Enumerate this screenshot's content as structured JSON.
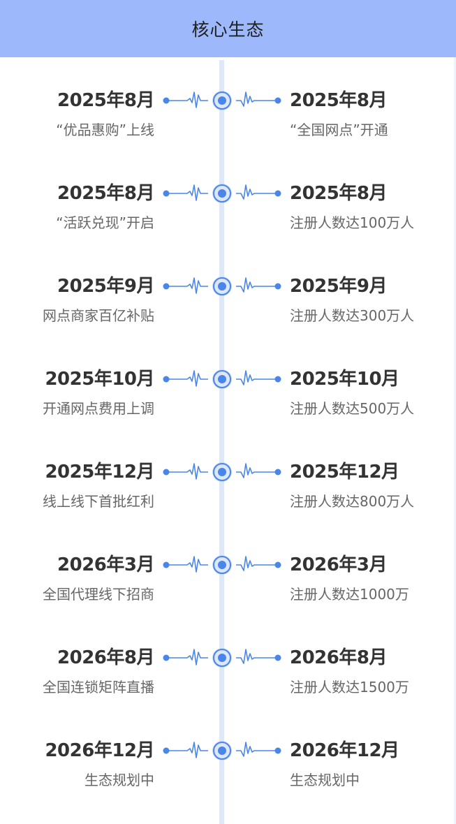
{
  "header": {
    "title": "核心生态"
  },
  "colors": {
    "accent": "#4a86e8",
    "header_bg": "#9db8fb",
    "axis": "#dfe8f8"
  },
  "events": [
    {
      "left_date": "2025年8月",
      "left_desc": "“优品惠购”上线",
      "right_date": "2025年8月",
      "right_desc": "“全国网点”开通"
    },
    {
      "left_date": "2025年8月",
      "left_desc": "“活跃兑现”开启",
      "right_date": "2025年8月",
      "right_desc": "注册人数达100万人"
    },
    {
      "left_date": "2025年9月",
      "left_desc": "网点商家百亿补贴",
      "right_date": "2025年9月",
      "right_desc": "注册人数达300万人"
    },
    {
      "left_date": "2025年10月",
      "left_desc": "开通网点费用上调",
      "right_date": "2025年10月",
      "right_desc": "注册人数达500万人"
    },
    {
      "left_date": "2025年12月",
      "left_desc": "线上线下首批红利",
      "right_date": "2025年12月",
      "right_desc": "注册人数达800万人"
    },
    {
      "left_date": "2026年3月",
      "left_desc": "全国代理线下招商",
      "right_date": "2026年3月",
      "right_desc": "注册人数达1000万"
    },
    {
      "left_date": "2026年8月",
      "left_desc": "全国连锁矩阵直播",
      "right_date": "2026年8月",
      "right_desc": "注册人数达1500万"
    },
    {
      "left_date": "2026年12月",
      "left_desc": "生态规划中",
      "right_date": "2026年12月",
      "right_desc": "生态规划中"
    }
  ]
}
